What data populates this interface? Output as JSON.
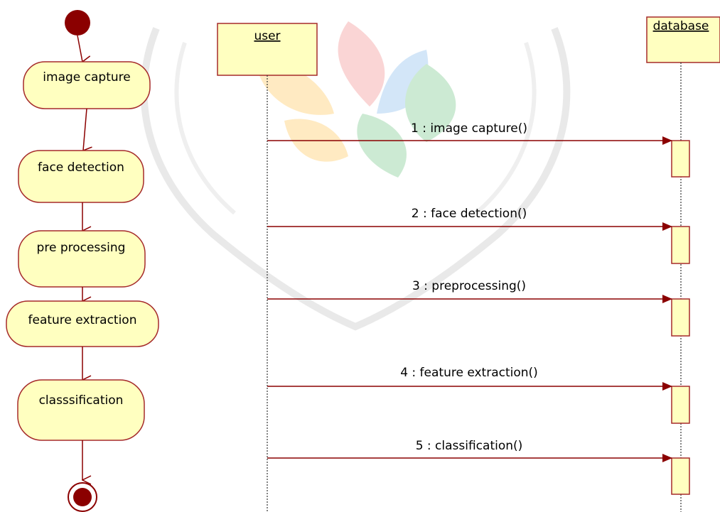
{
  "activity": {
    "nodes": [
      {
        "label": "image capture"
      },
      {
        "label": "face detection"
      },
      {
        "label": "pre processing"
      },
      {
        "label": "feature extraction"
      },
      {
        "label": "classsification"
      }
    ]
  },
  "sequence": {
    "lifelines": {
      "user": "user",
      "database": "database"
    },
    "messages": [
      {
        "label": "1 : image capture()"
      },
      {
        "label": "2 : face detection()"
      },
      {
        "label": "3 : preprocessing()"
      },
      {
        "label": "4 : feature extraction()"
      },
      {
        "label": "5 : classification()"
      }
    ]
  },
  "colors": {
    "fill": "#ffffc0",
    "stroke": "#8b0000",
    "node_stroke": "#a52a2a",
    "text": "#000000",
    "watermark_green": "#8fd19e",
    "watermark_orange": "#ffd27a",
    "watermark_blue": "#9ec9f0",
    "watermark_red": "#f4a3a3",
    "watermark_gray": "#cfcfcf"
  }
}
